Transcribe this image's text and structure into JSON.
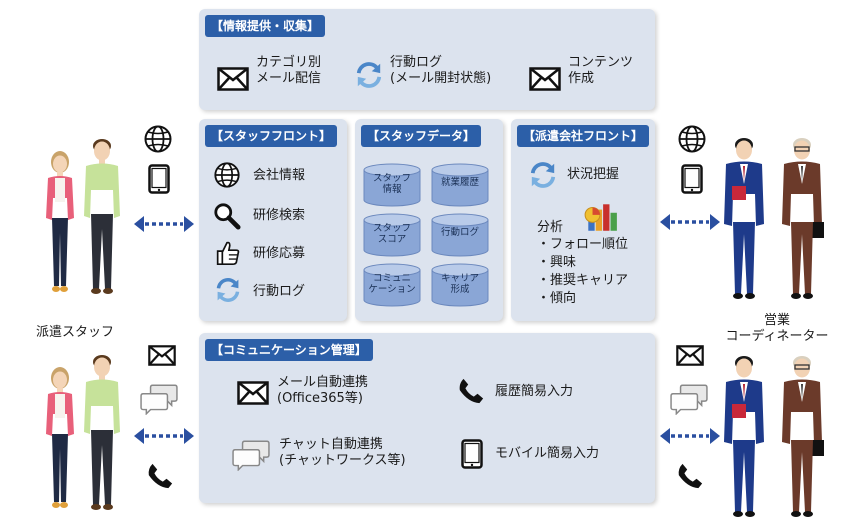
{
  "info_panel": {
    "title": "【情報提供・収集】",
    "items": [
      {
        "icon": "mail-icon",
        "line1": "カテゴリ別",
        "line2": "メール配信"
      },
      {
        "icon": "refresh-icon",
        "line1": "行動ログ",
        "line2": "(メール開封状態)"
      },
      {
        "icon": "mail-icon",
        "line1": "コンテンツ",
        "line2": "作成"
      }
    ]
  },
  "staff_front": {
    "title": "【スタッフフロント】",
    "items": [
      {
        "icon": "globe-icon",
        "label": "会社情報"
      },
      {
        "icon": "magnifier-icon",
        "label": "研修検索"
      },
      {
        "icon": "thumbs-up-icon",
        "label": "研修応募"
      },
      {
        "icon": "refresh-icon",
        "label": "行動ログ"
      }
    ]
  },
  "staff_data": {
    "title": "【スタッフデータ】",
    "db": [
      {
        "line1": "スタッフ",
        "line2": "情報"
      },
      {
        "line1": "就業履歴",
        "line2": ""
      },
      {
        "line1": "スタッフ",
        "line2": "スコア"
      },
      {
        "line1": "行動ログ",
        "line2": ""
      },
      {
        "line1": "コミュニ",
        "line2": "ケーション"
      },
      {
        "line1": "キャリア",
        "line2": "形成"
      }
    ]
  },
  "agency_front": {
    "title": "【派遣会社フロント】",
    "status": "状況把握",
    "analysis_title": "分析",
    "analysis_items": [
      "・フォロー順位",
      "・興味",
      "・推奨キャリア",
      "・傾向"
    ]
  },
  "comm_panel": {
    "title": "【コミュニケーション管理】",
    "items": [
      {
        "icon": "mail-icon",
        "line1": "メール自動連携",
        "line2": "(Office365等)"
      },
      {
        "icon": "phone-icon",
        "line1": "履歴簡易入力",
        "line2": ""
      },
      {
        "icon": "chat-icon",
        "line1": "チャット自動連携",
        "line2": "(チャットワークス等)"
      },
      {
        "icon": "tablet-icon",
        "line1": "モバイル簡易入力",
        "line2": ""
      }
    ]
  },
  "labels": {
    "staff": "派遣スタッフ",
    "sales_line1": "営業",
    "sales_line2": "コーディネーター"
  },
  "colors": {
    "panel": "#dce3ee",
    "title_bg": "#2c5fa8",
    "arrow": "#2a4fa0",
    "db": "#8aa6d6"
  }
}
